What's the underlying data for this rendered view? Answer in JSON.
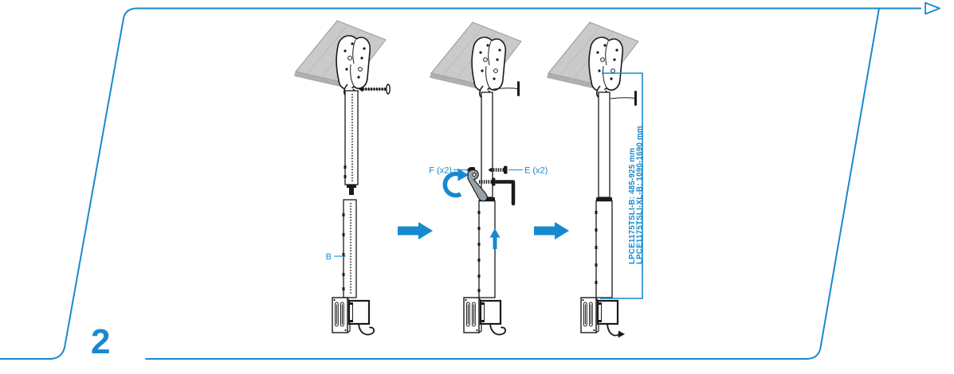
{
  "page": {
    "step_number": "2",
    "accent_color": "#1789CE",
    "panel_color": "#CACACA"
  },
  "labels": {
    "part_b": "B",
    "part_f": "F (x2)",
    "part_e": "E (x2)"
  },
  "dimensions": {
    "line1": "LPCE1175TSLI-B: 485-925 mm",
    "line2": "LPCE1175TSLI-XL-B: 1090-1690 mm"
  },
  "icons": {
    "continue_arrow": "outline-triangle-right",
    "next_step_arrow": "solid-arrow-right",
    "slide_up_arrow": "solid-arrow-up",
    "rotate_arrow": "curved-rotation-arrow"
  }
}
